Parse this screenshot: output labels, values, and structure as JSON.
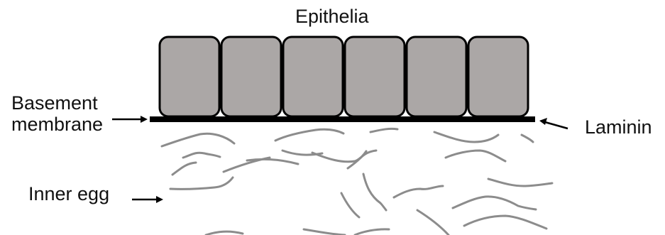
{
  "title": "Epithelia",
  "labels": {
    "basement_line1": "Basement",
    "basement_line2": "membrane",
    "laminin": "Laminin",
    "inner_egg": "Inner egg"
  },
  "colors": {
    "cell_fill": "#ABA7A6",
    "cell_stroke": "#000000",
    "membrane": "#000000",
    "fiber": "#8C8C8C",
    "arrow": "#000000",
    "text": "#111111"
  },
  "cell_count": 6
}
